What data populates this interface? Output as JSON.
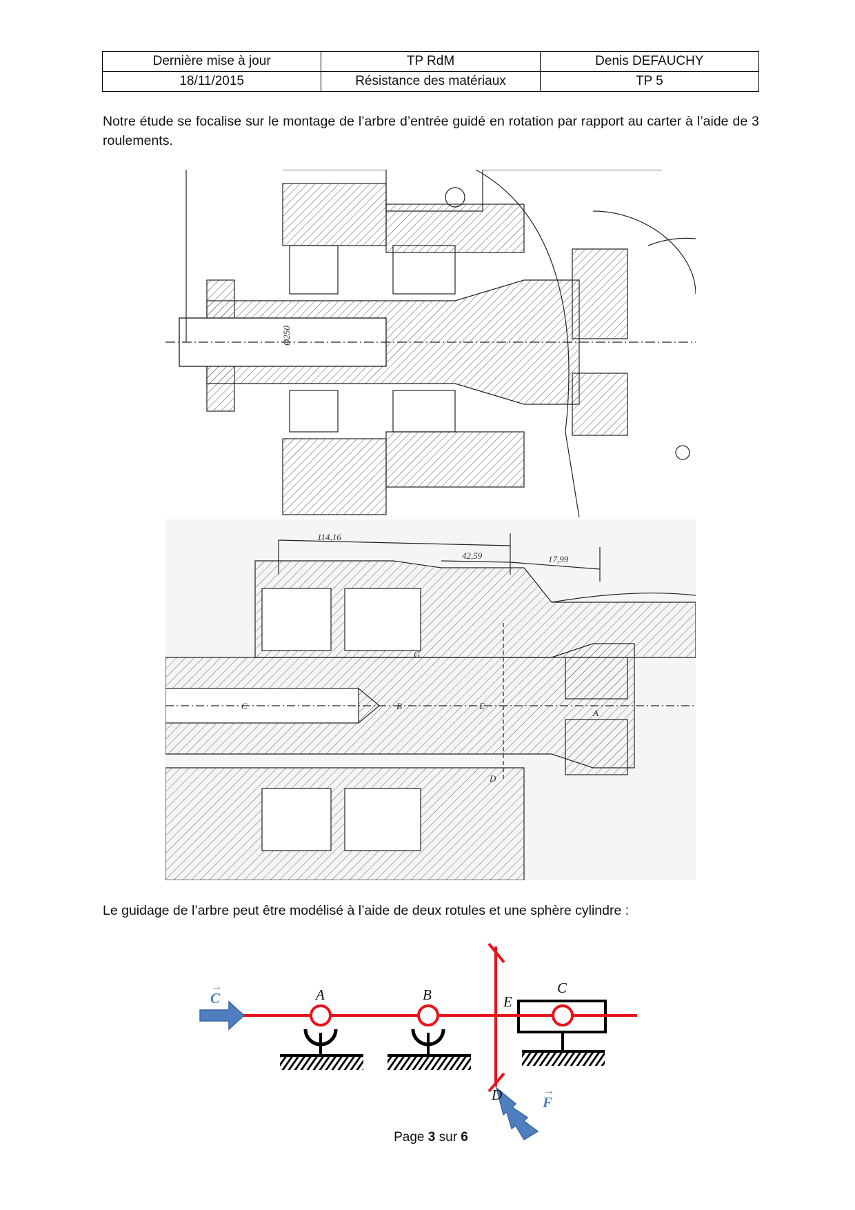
{
  "header": {
    "row1": [
      "Dernière mise à jour",
      "TP RdM",
      "Denis DEFAUCHY"
    ],
    "row2": [
      "18/11/2015",
      "Résistance des matériaux",
      "TP 5"
    ]
  },
  "intro_text": "Notre étude se focalise sur le montage de l’arbre d’entrée guidé en rotation par rapport au carter à l’aide de 3 roulements.",
  "drawing2": {
    "dimensions": [
      "114,16",
      "42,59",
      "17,99"
    ],
    "points": [
      "C",
      "B",
      "E",
      "A",
      "D",
      "G"
    ]
  },
  "model_text": "Le guidage de l’arbre peut être modélisé à l’aide de deux rotules et une sphère cylindre :",
  "diagram": {
    "labels": {
      "A": "A",
      "B": "B",
      "C": "C",
      "D": "D",
      "E": "E"
    },
    "vector_C": "C",
    "vector_F": "F",
    "colors": {
      "shaft": "#e8131b",
      "arrow": "#4f7fbf",
      "frame": "#000000"
    }
  },
  "footer": {
    "prefix": "Page ",
    "page": "3",
    "middle": " sur ",
    "total": "6"
  }
}
